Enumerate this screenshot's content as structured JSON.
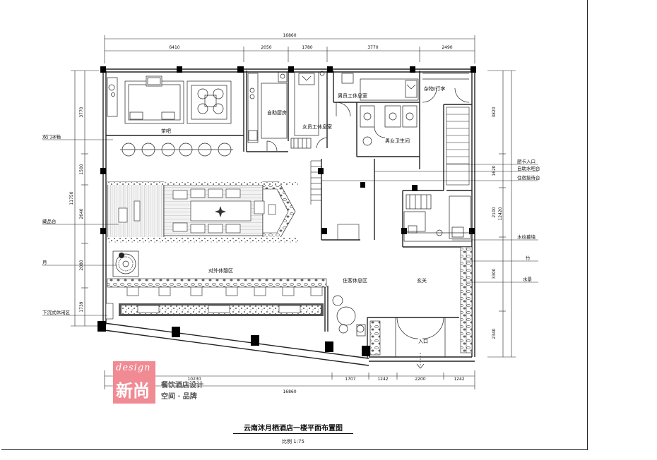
{
  "plan": {
    "title": "云南沐月栖酒店一楼平面布置图",
    "scale": "比例 1:75",
    "top_dimensions": {
      "total": "16860",
      "segments": [
        "6410",
        "2050",
        "1780",
        "3770",
        "2490"
      ]
    },
    "bottom_dimensions": {
      "total": "16860",
      "segments": [
        "10230",
        "1707",
        "1242",
        "2200",
        "1242"
      ]
    },
    "left_dimensions": {
      "total": "11750",
      "segments": [
        "3770",
        "1500",
        "2640",
        "2080",
        "1739"
      ]
    },
    "right_dimensions": {
      "total": "12420",
      "segments": [
        "3820",
        "1620",
        "2100",
        "3300",
        "2340"
      ]
    },
    "rooms": {
      "tea_bar": "茶吧",
      "self_kitchen": "自助厨房",
      "female_staff_rest": "女员工休息室",
      "male_staff_rest": "男员工休息室",
      "storage": "杂物/行李",
      "restroom": "男女卫生间",
      "public_lounge": "对外休憩区",
      "guest_lounge": "住客休息区",
      "foyer": "玄关",
      "entrance": "入口"
    },
    "left_callouts": [
      "双门冰箱",
      "藏品台",
      "月",
      "下沉式休闲区"
    ],
    "right_callouts": [
      "厨卡入口",
      "自助水吧台",
      "住宿接待台",
      "水纹幕墙",
      "竹",
      "水景"
    ]
  },
  "brand": {
    "logo_top": "design",
    "logo_main": "新尚",
    "line1": "餐饮酒店设计",
    "line2": "空间 · 品牌"
  }
}
